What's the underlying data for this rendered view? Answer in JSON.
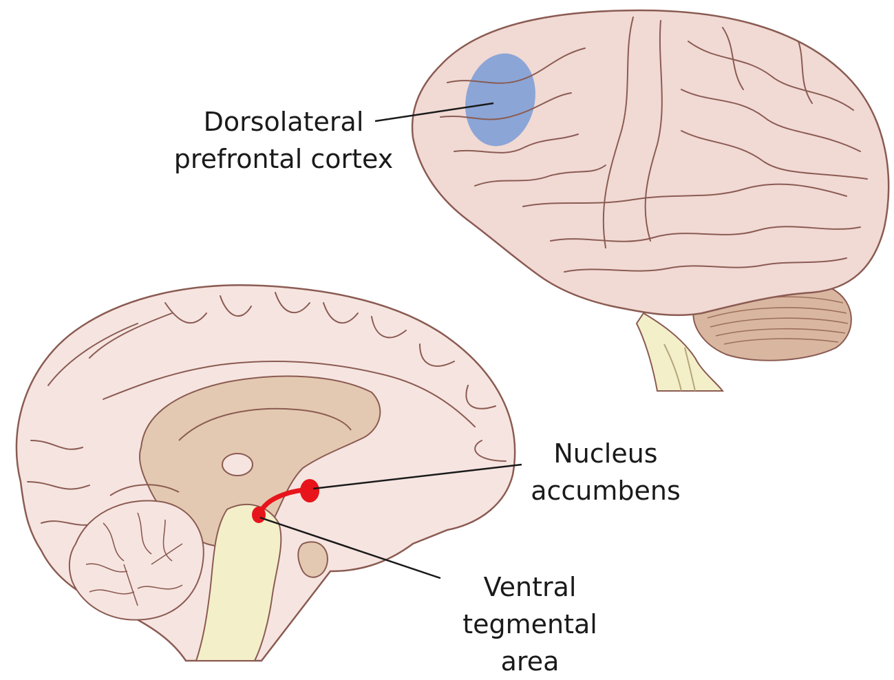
{
  "labels": {
    "dlpfc": {
      "line1": "Dorsolateral",
      "line2": "prefrontal cortex"
    },
    "nacc": {
      "line1": "Nucleus",
      "line2": "accumbens"
    },
    "vta": {
      "line1": "Ventral",
      "line2": "tegmental",
      "line3": "area"
    }
  },
  "colors": {
    "cortex_fill": "#f1d9d4",
    "cortex_stroke": "#8a5b52",
    "medial_fill": "#f6e4e0",
    "inner_tan": "#e3c9b1",
    "brainstem": "#f3efc9",
    "cerebellum": "#d9b6a0",
    "dlpfc_highlight": "#7f9fd6",
    "reward_red": "#e8141b",
    "leader_line": "#1a1a1a"
  }
}
